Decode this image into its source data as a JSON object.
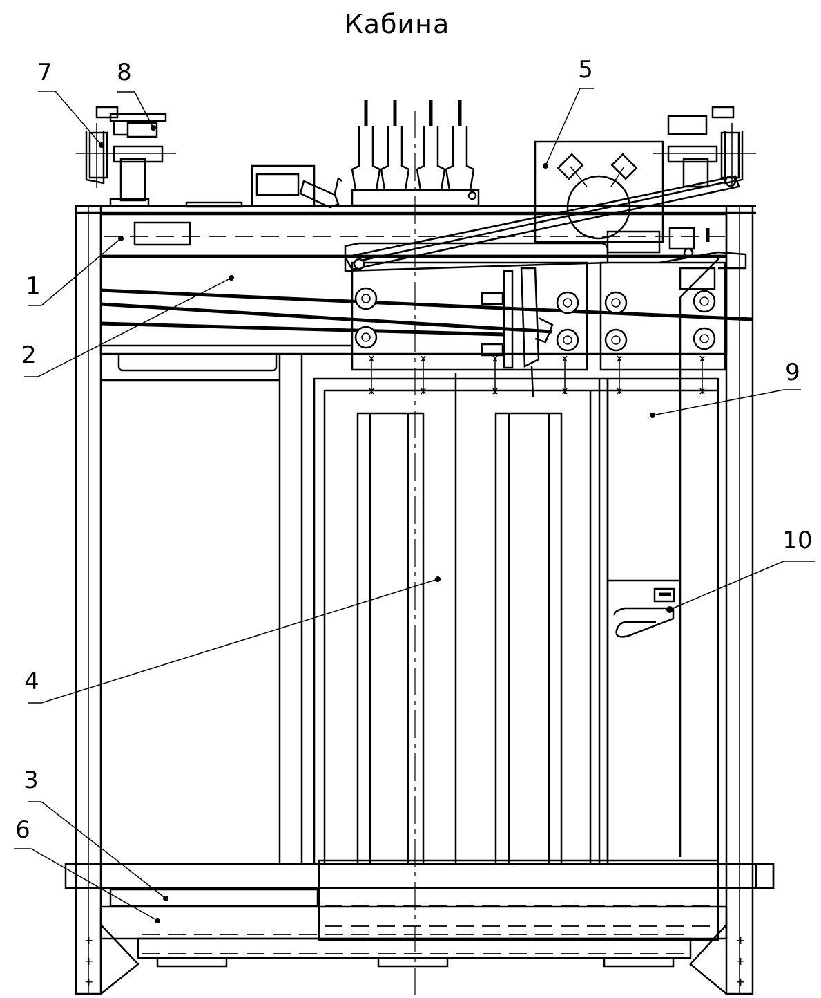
{
  "title": "Кабина",
  "callouts": [
    {
      "id": "1",
      "label": "1",
      "part": "top-beam"
    },
    {
      "id": "2",
      "label": "2",
      "part": "door-rail-beam"
    },
    {
      "id": "3",
      "label": "3",
      "part": "floor-sill"
    },
    {
      "id": "4",
      "label": "4",
      "part": "door-leaf"
    },
    {
      "id": "5",
      "label": "5",
      "part": "door-drive-unit"
    },
    {
      "id": "6",
      "label": "6",
      "part": "bottom-beam"
    },
    {
      "id": "7",
      "label": "7",
      "part": "guide-roller-left"
    },
    {
      "id": "8",
      "label": "8",
      "part": "guide-shoe"
    },
    {
      "id": "9",
      "label": "9",
      "part": "side-panel"
    },
    {
      "id": "10",
      "label": "10",
      "part": "door-lock"
    }
  ]
}
